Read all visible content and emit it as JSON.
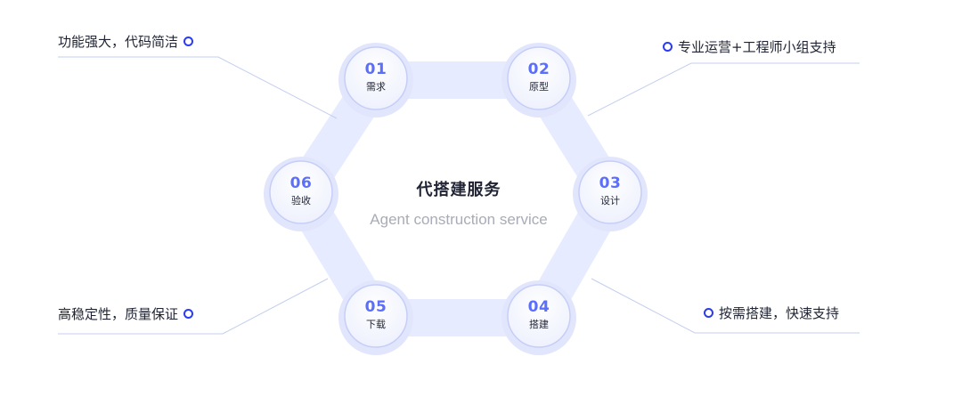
{
  "center": {
    "title": "代搭建服务",
    "subtitle": "Agent construction service"
  },
  "steps": [
    {
      "num": "01",
      "label": "需求"
    },
    {
      "num": "02",
      "label": "原型"
    },
    {
      "num": "03",
      "label": "设计"
    },
    {
      "num": "04",
      "label": "搭建"
    },
    {
      "num": "05",
      "label": "下载"
    },
    {
      "num": "06",
      "label": "验收"
    }
  ],
  "callouts": {
    "top_left": "功能强大，代码简洁",
    "top_right": "专业运营+工程师小组支持",
    "bottom_left": "高稳定性，质量保证",
    "bottom_right": "按需搭建，快速支持"
  },
  "colors": {
    "ring": "#e3e8ff",
    "circle_border": "#c6cef8",
    "accent_number": "#5b6efc",
    "bullet": "#2b3bf0",
    "connector": "#b9c6ee"
  }
}
